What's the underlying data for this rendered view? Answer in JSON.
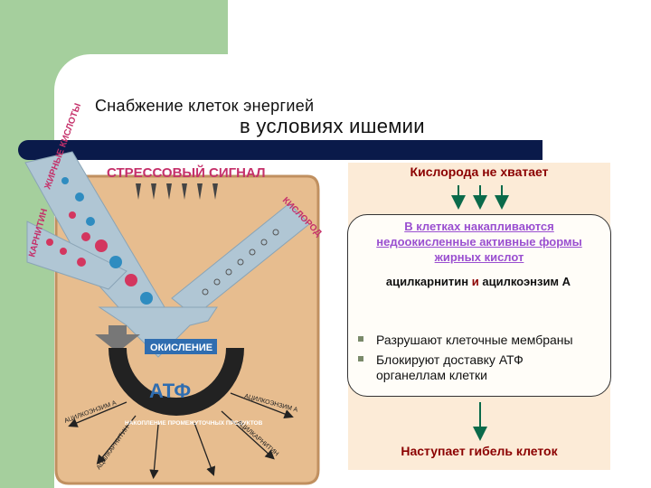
{
  "title": {
    "line1": "Снабжение клеток энергией",
    "line2": "в условиях ишемии"
  },
  "diagram": {
    "stress_signal": "СТРЕССОВЫЙ СИГНАЛ",
    "fatty_acids": "ЖИРНЫЕ КИСЛОТЫ",
    "carnitine": "КАРНИТИН",
    "oxygen": "КИСЛОРОД",
    "oxidation": "ОКИСЛЕНИЕ",
    "atp": "АТФ",
    "intermediate": "НАКОПЛЕНИЕ ПРОМЕЖУТОЧНЫХ ПРОДУКТОВ",
    "acylcoa": "АЦИЛКОЭНЗИМ А",
    "acylcarnitine": "АЦИЛКАРНИТИН"
  },
  "flow": {
    "oxygen_lack": "Кислорода не хватает",
    "accumulate": "В клетках накапливаются недоокисленные активные формы жирных кислот",
    "acyl_left": "ацилкарнитин",
    "acyl_and": "и",
    "acyl_right": "ацилкоэнзим А",
    "bullet1": "Разрушают клеточные мембраны",
    "bullet2": "Блокируют доставку АТФ органеллам клетки",
    "death": "Наступает гибель клеток"
  },
  "colors": {
    "cell": "#e7bd8f",
    "atp_arc": "#222222",
    "funnel": "#b0c6d4",
    "dot_red": "#d3365f",
    "dot_blue": "#2f8cc0",
    "text_dark_red": "#8b0000",
    "accent_purple": "#9a4fd0"
  }
}
